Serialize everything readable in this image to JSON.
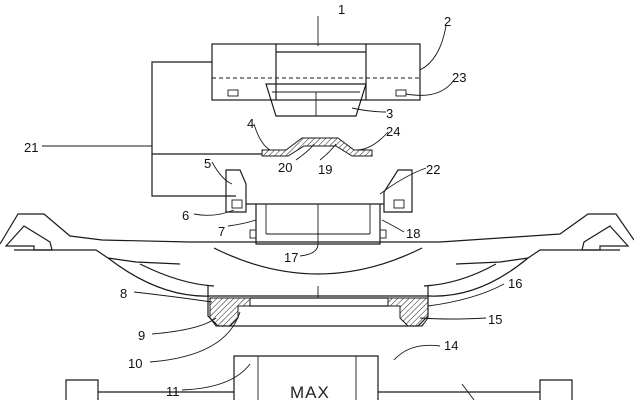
{
  "labels": {
    "l1": "1",
    "l2": "2",
    "l3": "3",
    "l4": "4",
    "l5": "5",
    "l6": "6",
    "l7": "7",
    "l8": "8",
    "l9": "9",
    "l10": "10",
    "l11": "11",
    "l14": "14",
    "l15": "15",
    "l16": "16",
    "l17": "17",
    "l18": "18",
    "l19": "19",
    "l20": "20",
    "l21": "21",
    "l22": "22",
    "l23": "23",
    "l24": "24"
  },
  "stamp_text": "MAX"
}
